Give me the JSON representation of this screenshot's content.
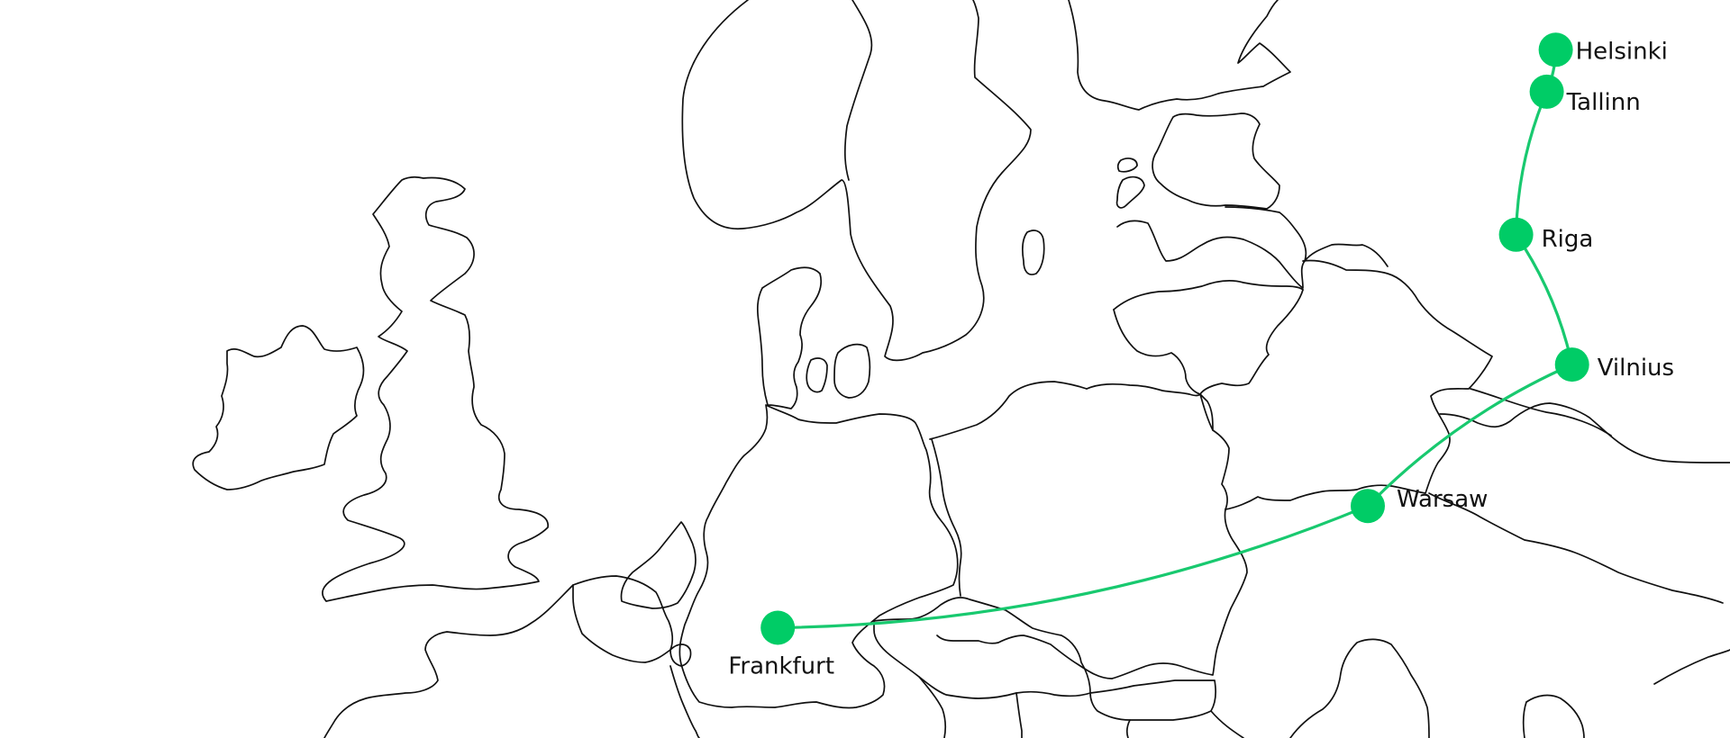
{
  "map": {
    "route_color": "#18c96f",
    "city_color": "#00cc66",
    "border_color": "#111111",
    "background": "#ffffff",
    "cities": [
      {
        "id": "helsinki",
        "name": "Helsinki",
        "lon": 24.94,
        "lat": 60.17
      },
      {
        "id": "tallinn",
        "name": "Tallinn",
        "lon": 24.75,
        "lat": 59.44
      },
      {
        "id": "riga",
        "name": "Riga",
        "lon": 24.11,
        "lat": 56.95
      },
      {
        "id": "vilnius",
        "name": "Vilnius",
        "lon": 25.28,
        "lat": 54.69
      },
      {
        "id": "warsaw",
        "name": "Warsaw",
        "lon": 21.01,
        "lat": 52.23
      },
      {
        "id": "frankfurt",
        "name": "Frankfurt",
        "lon": 8.68,
        "lat": 50.11
      }
    ],
    "route": [
      "helsinki",
      "tallinn",
      "riga",
      "vilnius",
      "warsaw",
      "frankfurt"
    ]
  }
}
